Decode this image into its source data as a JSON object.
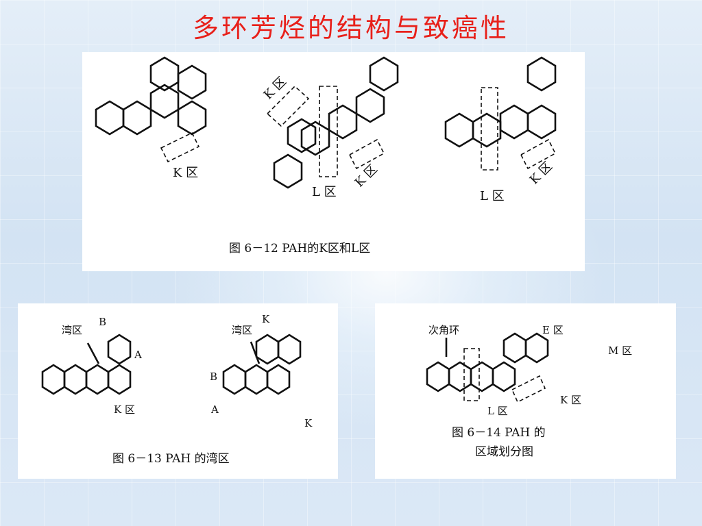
{
  "slide": {
    "title": "多环芳烃的结构与致癌性"
  },
  "figure1": {
    "caption": "图 6－12   PAH的K区和L区",
    "k_label": "K 区",
    "l_label": "L 区"
  },
  "figure2": {
    "caption": "图 6－13   PAH 的湾区",
    "bay_label": "湾区",
    "k_label": "K 区",
    "a": "A",
    "b": "B",
    "k": "K"
  },
  "figure3": {
    "caption_line1": "图 6－14    PAH 的",
    "caption_line2": "区域划分图",
    "secondary_ring": "次角环",
    "e_label": "E 区",
    "m_label": "M 区",
    "k_label": "K 区",
    "l_label": "L 区"
  }
}
